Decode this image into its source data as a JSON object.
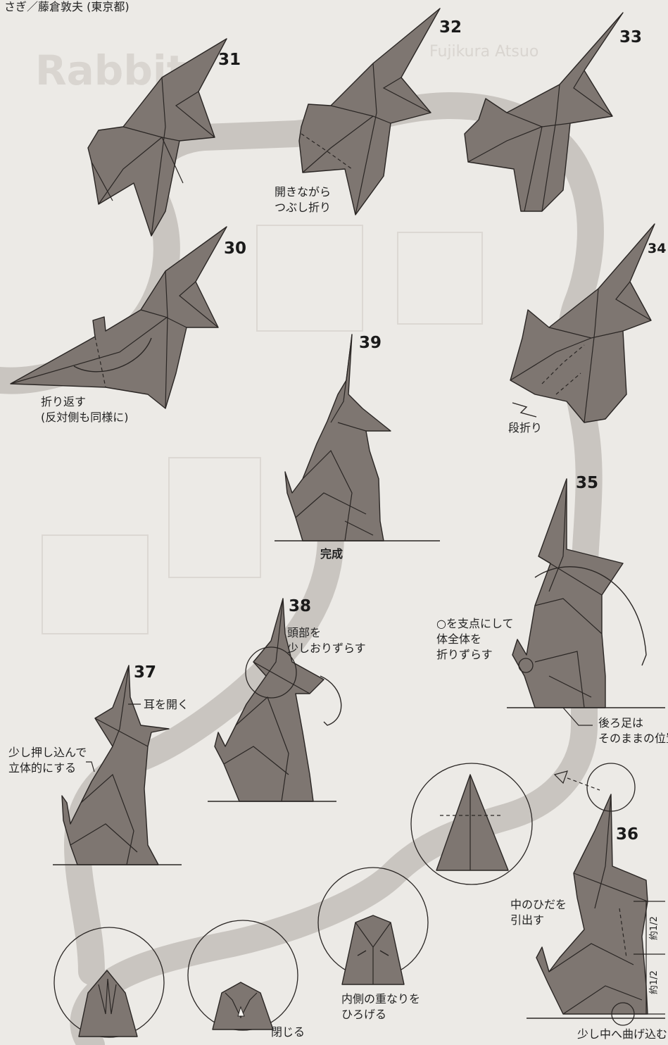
{
  "header": "さぎ／藤倉敦夫 (東京都)",
  "background_title": "Rabbit",
  "background_author": "Fujikura Atsuo",
  "steps": [
    {
      "id": "s31",
      "number": "31"
    },
    {
      "id": "s32",
      "number": "32",
      "note": "開きながら\nつぶし折り"
    },
    {
      "id": "s33",
      "number": "33"
    },
    {
      "id": "s30",
      "number": "30",
      "note": "折り返す\n(反対側も同様に)"
    },
    {
      "id": "s34",
      "number": "34",
      "note": "段折り"
    },
    {
      "id": "s39",
      "number": "39",
      "note": "完成"
    },
    {
      "id": "s35",
      "number": "35",
      "note": "○を支点にして\n体全体を\n折りずらす",
      "note2": "後ろ足は\nそのままの位置"
    },
    {
      "id": "s38",
      "number": "38",
      "note": "頭部を\n少しおりずらす"
    },
    {
      "id": "s37",
      "number": "37",
      "note": "耳を開く",
      "note2": "少し押し込んで\n立体的にする"
    },
    {
      "id": "s36",
      "number": "36",
      "note": "中のひだを\n引出す",
      "note2": "少し中へ曲げ込む",
      "ratio1": "約1/2",
      "ratio2": "約1/2"
    }
  ],
  "detail_labels": {
    "close": "閉じる",
    "spread": "内側の重なりを\nひろげる"
  }
}
